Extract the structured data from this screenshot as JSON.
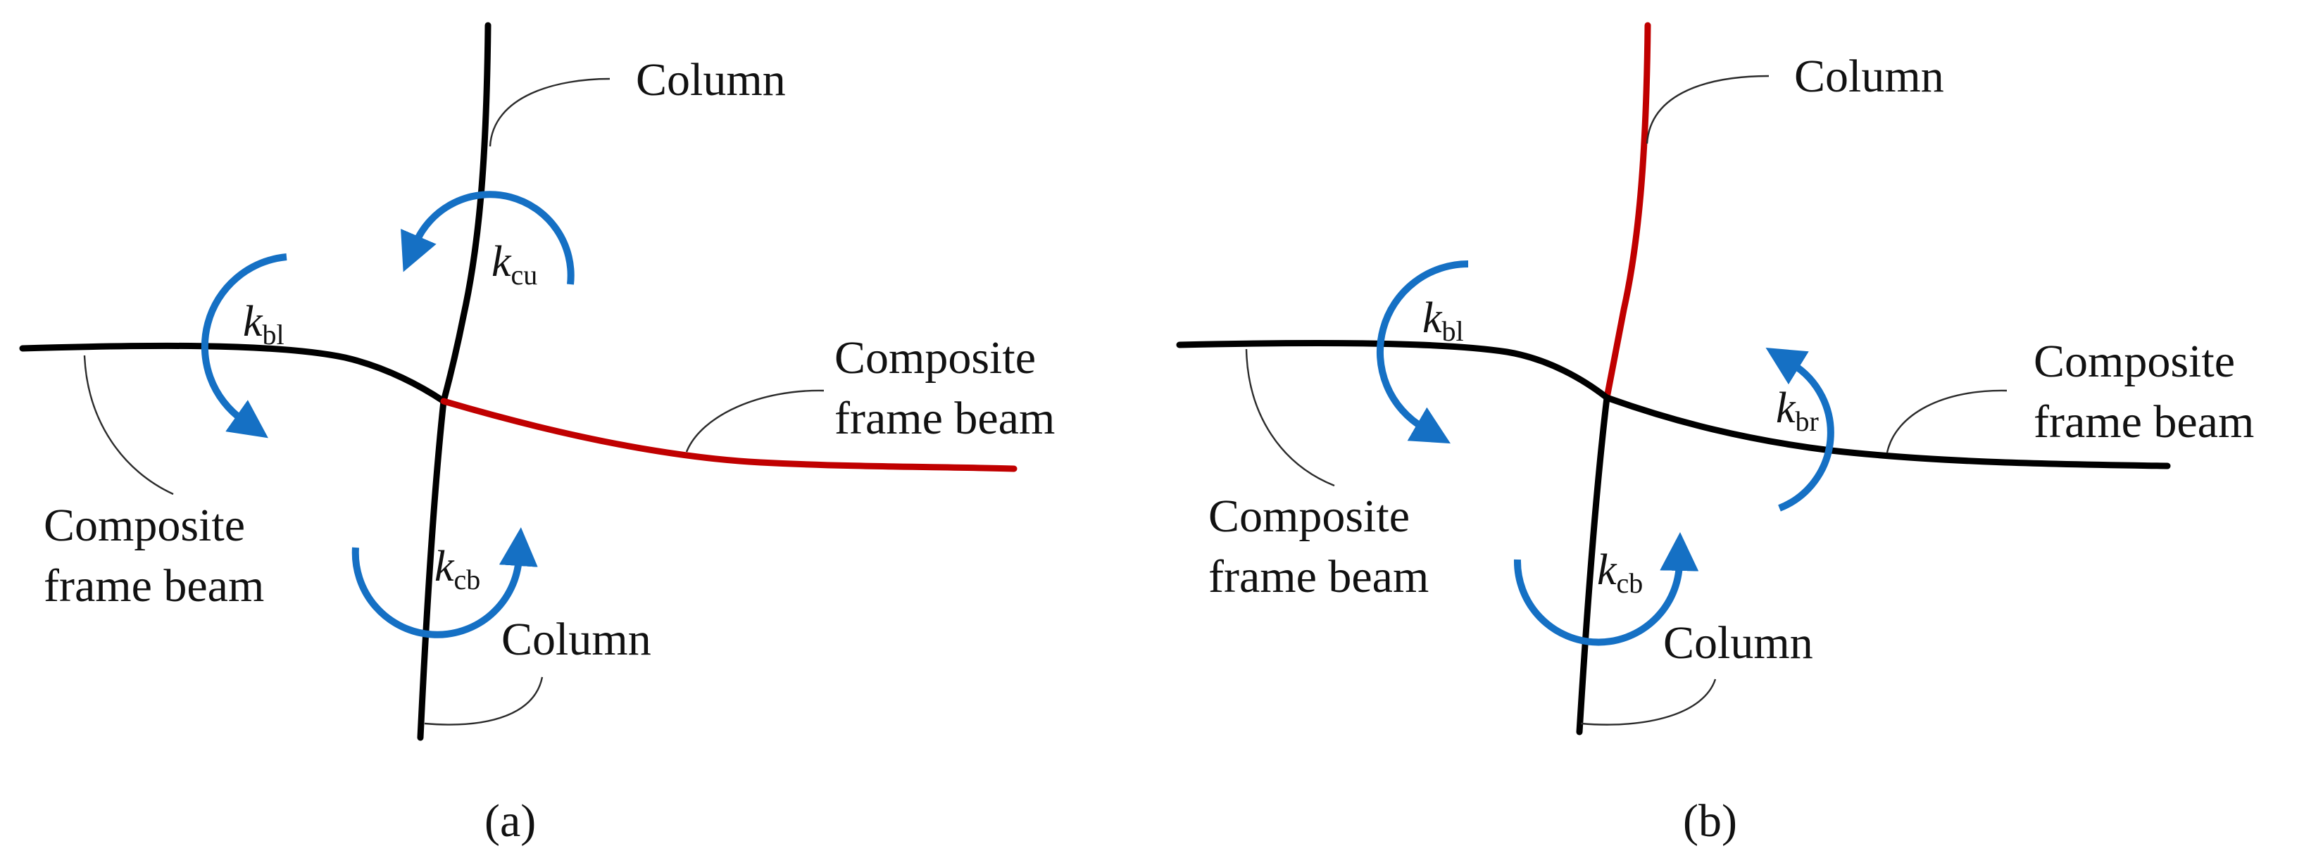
{
  "colors": {
    "undeformed_member": "#000000",
    "deformed_member": "#c00000",
    "rotation_arrow": "#1570c4",
    "leader_line": "#2b2b2b"
  },
  "panel_a": {
    "caption": "(a)",
    "column_top_label": "Column",
    "column_bottom_label": "Column",
    "left_beam_label": [
      "Composite",
      "frame beam"
    ],
    "right_beam_label": [
      "Composite",
      "frame beam"
    ],
    "stiffness_labels": [
      {
        "k": "k",
        "sub": "cu"
      },
      {
        "k": "k",
        "sub": "bl"
      },
      {
        "k": "k",
        "sub": "cb"
      }
    ]
  },
  "panel_b": {
    "caption": "(b)",
    "column_top_label": "Column",
    "column_bottom_label": "Column",
    "left_beam_label": [
      "Composite",
      "frame beam"
    ],
    "right_beam_label": [
      "Composite",
      "frame beam"
    ],
    "stiffness_labels": [
      {
        "k": "k",
        "sub": "bl"
      },
      {
        "k": "k",
        "sub": "br"
      },
      {
        "k": "k",
        "sub": "cb"
      }
    ]
  }
}
